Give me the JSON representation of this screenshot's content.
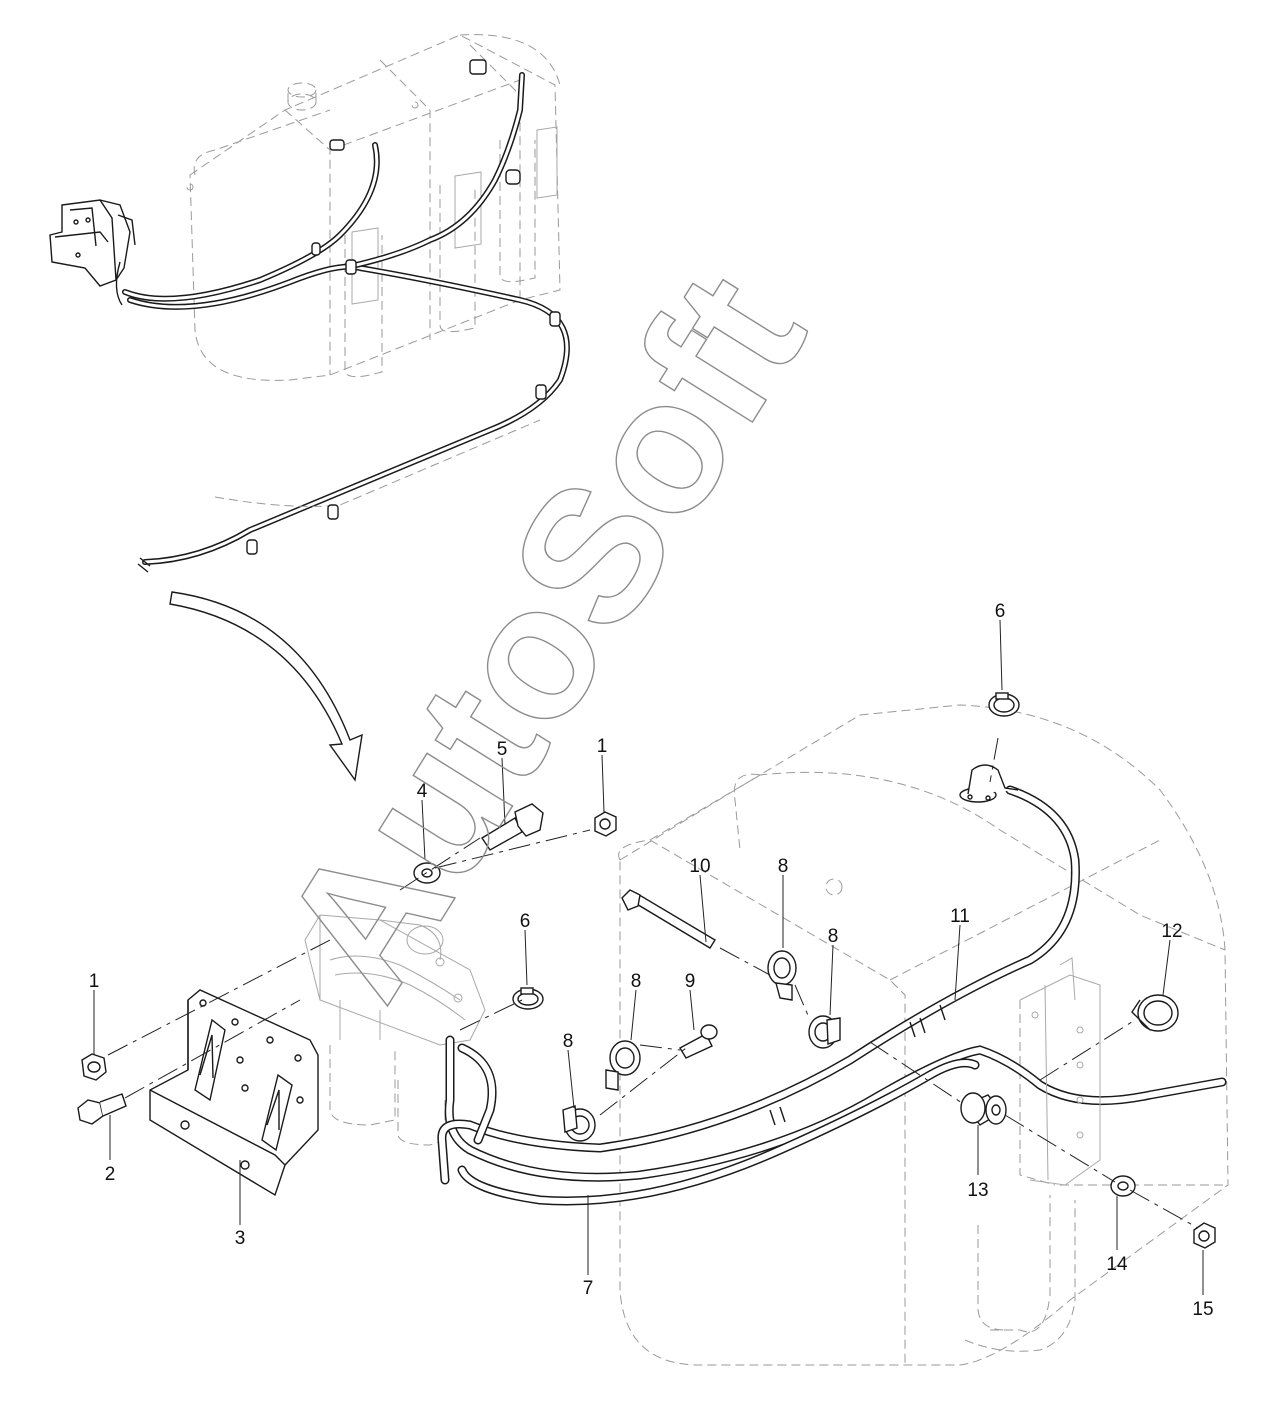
{
  "watermark": "AutoSoft",
  "callouts": [
    {
      "id": "c1a",
      "text": "1"
    },
    {
      "id": "c1b",
      "text": "1"
    },
    {
      "id": "c2",
      "text": "2"
    },
    {
      "id": "c3",
      "text": "3"
    },
    {
      "id": "c4",
      "text": "4"
    },
    {
      "id": "c5",
      "text": "5"
    },
    {
      "id": "c6a",
      "text": "6"
    },
    {
      "id": "c6b",
      "text": "6"
    },
    {
      "id": "c7",
      "text": "7"
    },
    {
      "id": "c8a",
      "text": "8"
    },
    {
      "id": "c8b",
      "text": "8"
    },
    {
      "id": "c8c",
      "text": "8"
    },
    {
      "id": "c8d",
      "text": "8"
    },
    {
      "id": "c9",
      "text": "9"
    },
    {
      "id": "c10",
      "text": "10"
    },
    {
      "id": "c11",
      "text": "11"
    },
    {
      "id": "c12",
      "text": "12"
    },
    {
      "id": "c13",
      "text": "13"
    },
    {
      "id": "c14",
      "text": "14"
    },
    {
      "id": "c15",
      "text": "15"
    }
  ]
}
